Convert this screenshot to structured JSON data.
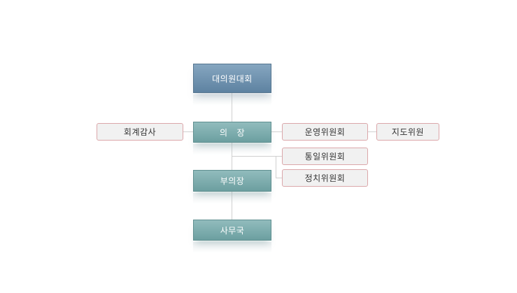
{
  "org_chart": {
    "assembly": "대의원대회",
    "chair": "의   장",
    "vice_chair": "부의장",
    "secretariat": "사무국",
    "audit": "회계감사",
    "operations_committee": "운영위원회",
    "guidance_committee": "지도위원",
    "unification_committee": "통일위원회",
    "political_committee": "정치위원회"
  },
  "colors": {
    "primary_box": "#6f91ad",
    "secondary_box": "#7dafb0",
    "outline_border": "#dba7aa",
    "outline_fill": "#f1f1f1",
    "connector": "#d0d0d0"
  }
}
